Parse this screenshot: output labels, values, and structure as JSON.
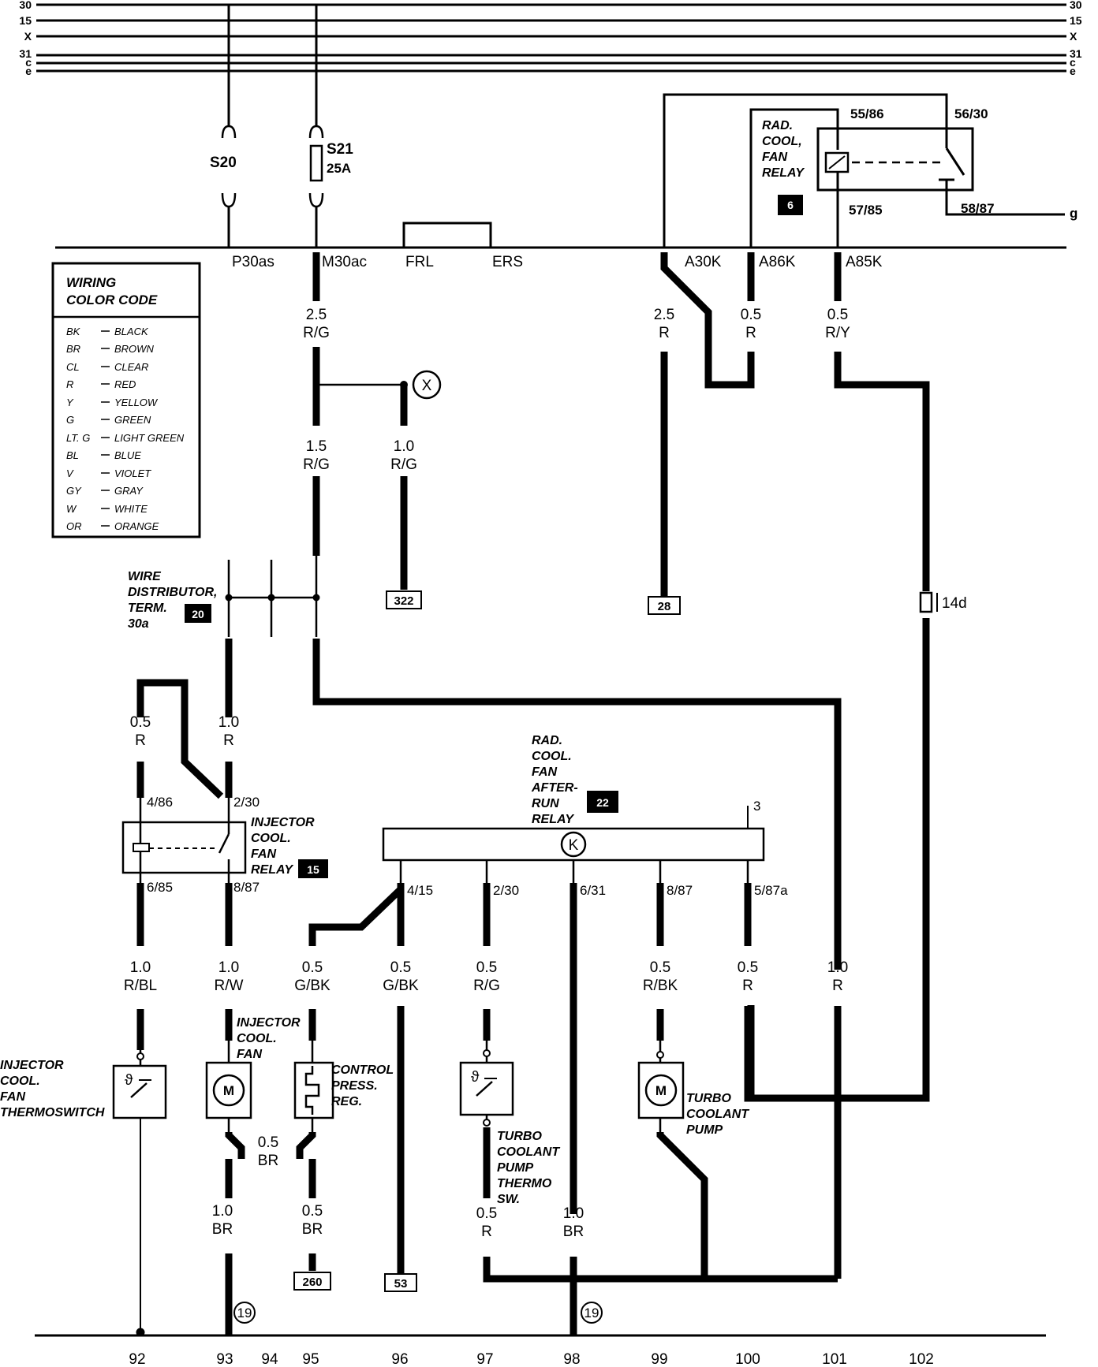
{
  "bus_rails": {
    "left": [
      "30",
      "15",
      "X",
      "31",
      "c",
      "e"
    ],
    "right": [
      "30",
      "15",
      "X",
      "31",
      "c",
      "e"
    ]
  },
  "fuses": {
    "s20": {
      "label": "S20"
    },
    "s21": {
      "label": "S21",
      "rating": "25A"
    }
  },
  "connectors": {
    "p30as": "P30as",
    "m30ac": "M30ac",
    "frl": "FRL",
    "ers": "ERS",
    "a30k": "A30K",
    "a86k": "A86K",
    "a85k": "A85K"
  },
  "relay_6": {
    "name_lines": [
      "RAD.",
      "COOL,",
      "FAN",
      "RELAY"
    ],
    "badge": "6",
    "pins": {
      "p55_86": "55/86",
      "p56_30": "56/30",
      "p57_85": "57/85",
      "p58_87": "58/87"
    },
    "output": "g"
  },
  "wires": {
    "m30ac": {
      "gauge": "2.5",
      "color": "R/G"
    },
    "a30k": {
      "gauge": "2.5",
      "color": "R"
    },
    "a86k": {
      "gauge": "0.5",
      "color": "R"
    },
    "a85k": {
      "gauge": "0.5",
      "color": "R/Y"
    },
    "to_dist": {
      "gauge": "1.5",
      "color": "R/G"
    },
    "to_322": {
      "gauge": "1.0",
      "color": "R/G"
    },
    "relay15_86": {
      "gauge": "0.5",
      "color": "R"
    },
    "relay15_30": {
      "gauge": "1.0",
      "color": "R"
    },
    "w92": {
      "gauge": "1.0",
      "color": "R/BL"
    },
    "w93": {
      "gauge": "1.0",
      "color": "R/W"
    },
    "w95": {
      "gauge": "0.5",
      "color": "G/BK"
    },
    "w96": {
      "gauge": "0.5",
      "color": "G/BK"
    },
    "w97": {
      "gauge": "0.5",
      "color": "R/G"
    },
    "w99": {
      "gauge": "0.5",
      "color": "R/BK"
    },
    "w100": {
      "gauge": "0.5",
      "color": "R"
    },
    "w101": {
      "gauge": "1.0",
      "color": "R"
    },
    "fan_gnd": {
      "gauge": "0.5",
      "color": "BR"
    },
    "g93": {
      "gauge": "1.0",
      "color": "BR"
    },
    "g95": {
      "gauge": "0.5",
      "color": "BR"
    },
    "g97": {
      "gauge": "0.5",
      "color": "R"
    },
    "g98": {
      "gauge": "1.0",
      "color": "BR"
    }
  },
  "connector_x": "X",
  "ref_boxes": {
    "b322": "322",
    "b28": "28",
    "b260": "260",
    "b53": "53"
  },
  "terminal_14d": "14d",
  "legend": {
    "title_lines": [
      "WIRING",
      "COLOR CODE"
    ],
    "rows": [
      {
        "code": "BK",
        "name": "BLACK"
      },
      {
        "code": "BR",
        "name": "BROWN"
      },
      {
        "code": "CL",
        "name": "CLEAR"
      },
      {
        "code": "R",
        "name": "RED"
      },
      {
        "code": "Y",
        "name": "YELLOW"
      },
      {
        "code": "G",
        "name": "GREEN"
      },
      {
        "code": "LT. G",
        "name": "LIGHT GREEN"
      },
      {
        "code": "BL",
        "name": "BLUE"
      },
      {
        "code": "V",
        "name": "VIOLET"
      },
      {
        "code": "GY",
        "name": "GRAY"
      },
      {
        "code": "W",
        "name": "WHITE"
      },
      {
        "code": "OR",
        "name": "ORANGE"
      }
    ]
  },
  "wire_distributor": {
    "lines": [
      "WIRE",
      "DISTRIBUTOR,",
      "TERM.",
      "30a"
    ],
    "badge": "20"
  },
  "relay_15": {
    "name_lines": [
      "INJECTOR",
      "COOL.",
      "FAN",
      "RELAY"
    ],
    "badge": "15",
    "pins": {
      "p4_86": "4/86",
      "p2_30": "2/30",
      "p6_85": "6/85",
      "p8_87": "8/87"
    }
  },
  "relay_22": {
    "name_lines": [
      "RAD.",
      "COOL.",
      "FAN",
      "AFTER-",
      "RUN",
      "RELAY"
    ],
    "badge": "22",
    "symbol": "K",
    "pin3": "3",
    "pins": {
      "p4_15": "4/15",
      "p2_30": "2/30",
      "p6_31": "6/31",
      "p8_87": "8/87",
      "p5_87a": "5/87a"
    }
  },
  "components": {
    "thermoswitch": [
      "INJECTOR",
      "COOL.",
      "FAN",
      "THERMOSWITCH"
    ],
    "inj_fan": [
      "INJECTOR",
      "COOL.",
      "FAN"
    ],
    "ctrl_press": [
      "CONTROL",
      "PRESS.",
      "REG."
    ],
    "turbo_thermo": [
      "TURBO",
      "COOLANT",
      "PUMP",
      "THERMO",
      "SW."
    ],
    "turbo_pump": [
      "TURBO",
      "COOLANT",
      "PUMP"
    ],
    "motor_symbol": "M",
    "thermo_symbol": "ϑ"
  },
  "ground_ref": "19",
  "column_numbers": [
    "92",
    "93",
    "94",
    "95",
    "96",
    "97",
    "98",
    "99",
    "100",
    "101",
    "102"
  ]
}
